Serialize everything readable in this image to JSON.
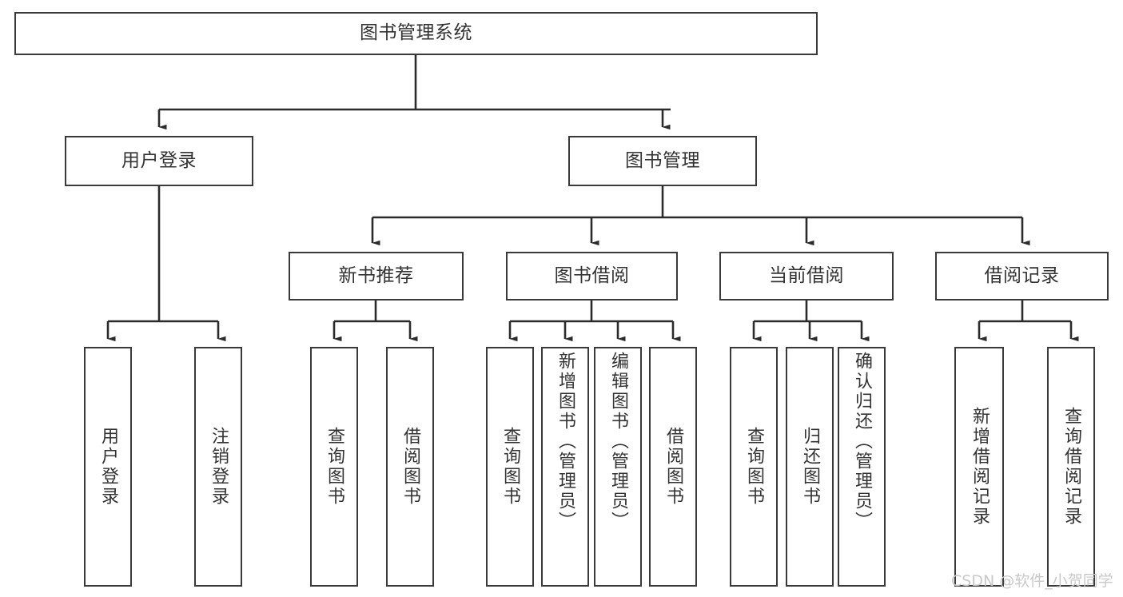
{
  "diagram": {
    "type": "tree",
    "title": "图书管理系统",
    "orientation": "top-down",
    "colors": {
      "box_border": "#3a3a3a",
      "box_fill": "#ffffff",
      "edge": "#2b2b2b",
      "text": "#333333",
      "watermark": "#c9c9c9",
      "background": "#ffffff"
    },
    "watermark": "CSDN @软件_小贺同学"
  },
  "nodes": {
    "root": {
      "label": "图书管理系统"
    },
    "level2": [
      {
        "id": "user-login",
        "label": "用户登录"
      },
      {
        "id": "book-manage",
        "label": "图书管理"
      }
    ],
    "level3": [
      {
        "id": "new-book-recommend",
        "label": "新书推荐"
      },
      {
        "id": "book-borrow",
        "label": "图书借阅"
      },
      {
        "id": "current-borrow",
        "label": "当前借阅"
      },
      {
        "id": "borrow-record",
        "label": "借阅记录"
      }
    ],
    "leaves": {
      "user_login": [
        {
          "id": "leaf-user-login",
          "label": "用户登录"
        },
        {
          "id": "leaf-logout-login",
          "label": "注销登录"
        }
      ],
      "new_book_recommend": [
        {
          "id": "leaf-query-book-1",
          "label": "查询图书"
        },
        {
          "id": "leaf-borrow-book-1",
          "label": "借阅图书"
        }
      ],
      "book_borrow": [
        {
          "id": "leaf-query-book-2",
          "label": "查询图书"
        },
        {
          "id": "leaf-add-book",
          "label": "新增图书（管理员）"
        },
        {
          "id": "leaf-edit-book",
          "label": "编辑图书（管理员）"
        },
        {
          "id": "leaf-borrow-book-2",
          "label": "借阅图书"
        }
      ],
      "current_borrow": [
        {
          "id": "leaf-query-book-3",
          "label": "查询图书"
        },
        {
          "id": "leaf-return-book",
          "label": "归还图书"
        },
        {
          "id": "leaf-confirm-return",
          "label": "确认归还（管理员）"
        }
      ],
      "borrow_record": [
        {
          "id": "leaf-add-record",
          "label": "新增借阅记录"
        },
        {
          "id": "leaf-query-record",
          "label": "查询借阅记录"
        }
      ]
    }
  }
}
